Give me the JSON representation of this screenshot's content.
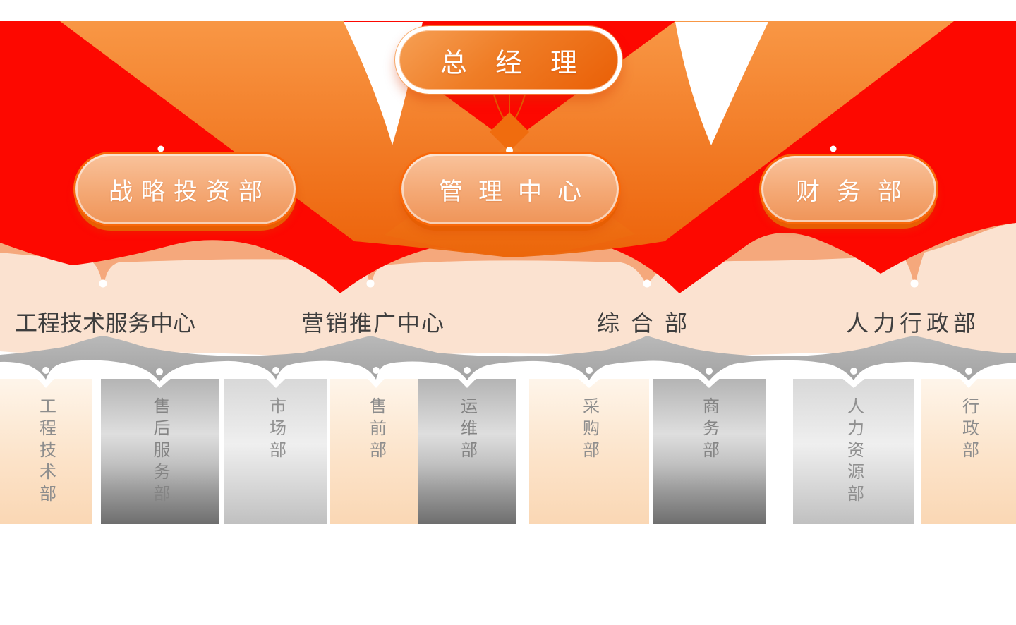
{
  "chart": {
    "root": {
      "label": "总经理"
    },
    "level2": [
      {
        "label": "战略投资部"
      },
      {
        "label": "管理中心"
      },
      {
        "label": "财务部"
      }
    ],
    "groups": [
      {
        "label": "工程技术服务中心",
        "departments": [
          {
            "label": "工程技术部"
          },
          {
            "label": "售后服务部"
          }
        ]
      },
      {
        "label": "营销推广中心",
        "departments": [
          {
            "label": "市场部"
          },
          {
            "label": "售前部"
          },
          {
            "label": "运维部"
          }
        ]
      },
      {
        "label": "综合部",
        "departments": [
          {
            "label": "采购部"
          },
          {
            "label": "商务部"
          }
        ]
      },
      {
        "label": "人力行政部",
        "departments": [
          {
            "label": "人力资源部"
          },
          {
            "label": "行政部"
          }
        ]
      }
    ]
  },
  "colors": {
    "red": "#FD0800",
    "orange": "#EF7112",
    "salmon": "#F5A87C",
    "peach": "#FBE2D0",
    "gray_band": "#AFAFAF",
    "pill_text": "#FFFFFF",
    "group_label_text": "#3E3E3E",
    "column_text": "#8D8D8D"
  }
}
